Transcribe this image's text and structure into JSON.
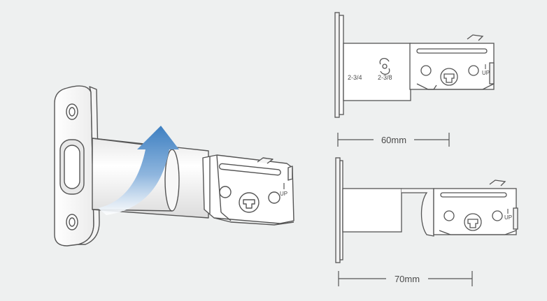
{
  "top_latch": {
    "backset_left": "2-3/4",
    "backset_right": "2-3/8",
    "up_mark": "UP",
    "dimension": "60mm"
  },
  "bottom_latch": {
    "up_mark": "UP",
    "dimension": "70mm"
  },
  "perspective_latch": {
    "up_mark": "UP",
    "arrow_color": "#3d7fc1"
  },
  "colors": {
    "background": "#eef0f0",
    "line": "#555555",
    "metal": "#ffffff"
  }
}
